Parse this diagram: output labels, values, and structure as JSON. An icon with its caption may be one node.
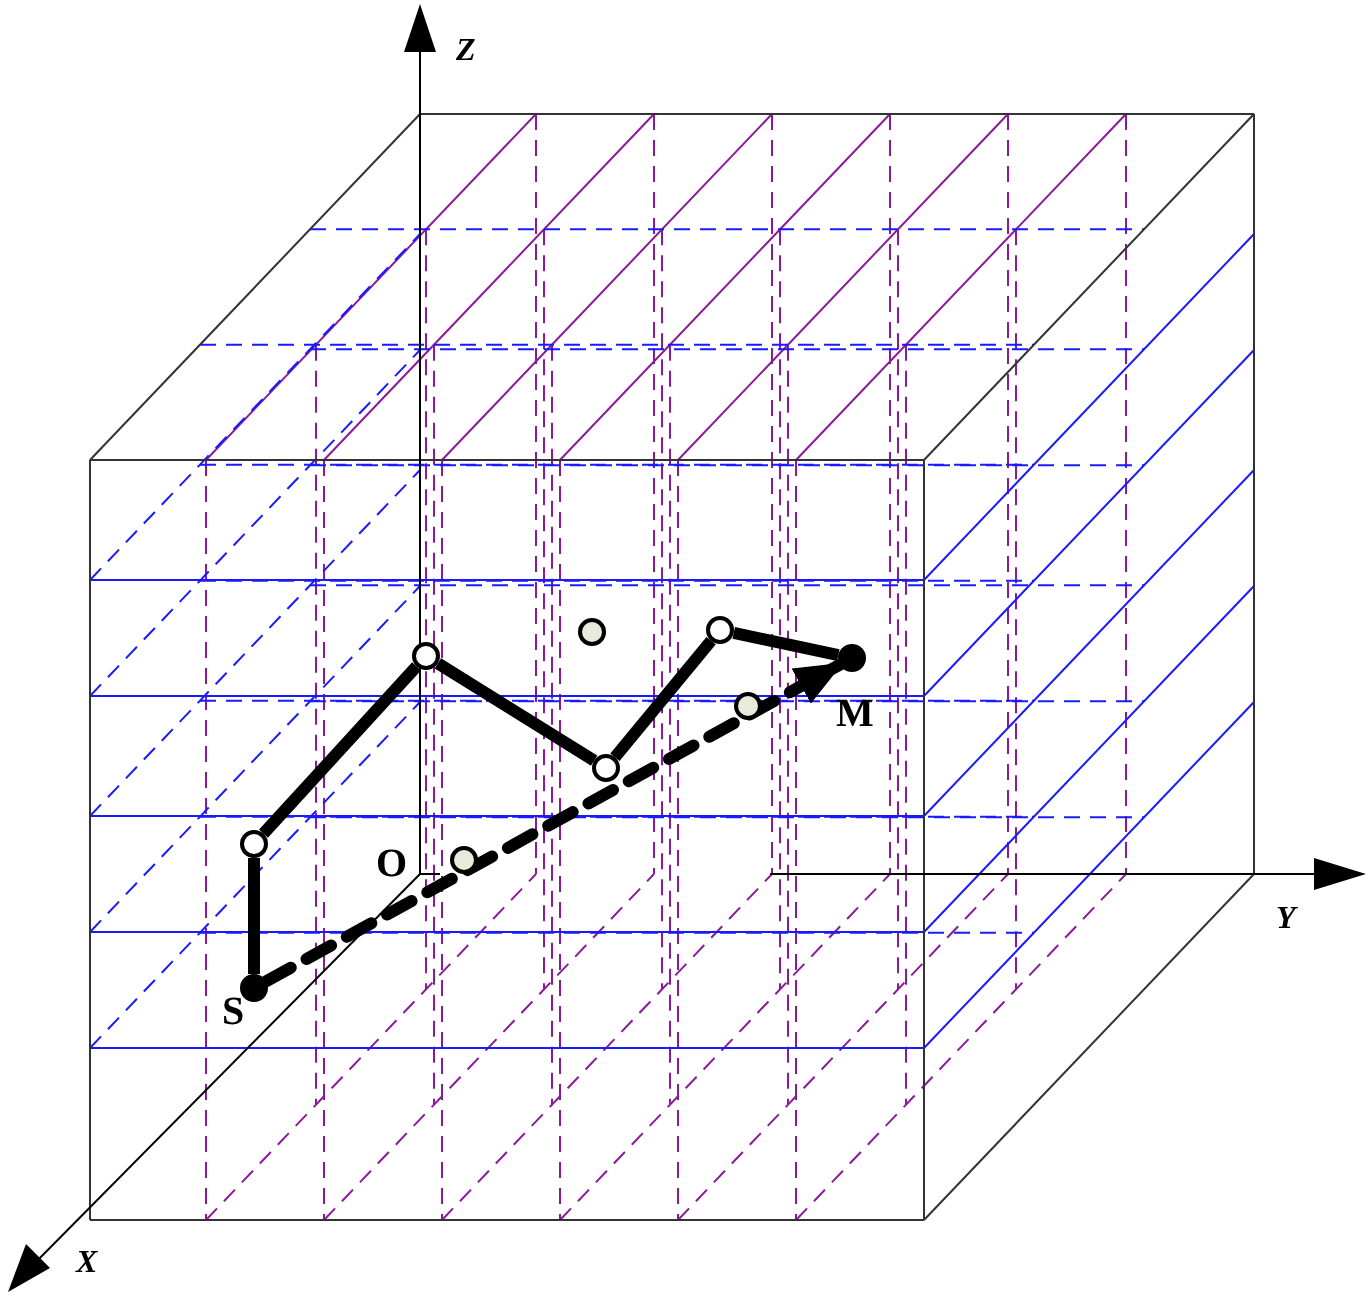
{
  "diagram": {
    "nodes": [
      {
        "text": [],
        "shape": "circle"
      },
      {
        "text": [],
        "shape": "circle"
      },
      {
        "text": [],
        "shape": "circle"
      },
      {
        "text": [],
        "shape": "circle"
      },
      {
        "text": [],
        "shape": "circle"
      },
      {
        "text": [],
        "shape": "circle"
      },
      {
        "text": [],
        "shape": "circle"
      },
      {
        "text": [],
        "shape": "circle"
      },
      {
        "text": [],
        "shape": "circle"
      }
    ],
    "edges": [
      {
        "from": 0,
        "to": 1,
        "arrow": "none"
      },
      {
        "from": 1,
        "to": 2,
        "arrow": "none"
      },
      {
        "from": 2,
        "to": 3,
        "arrow": "none"
      },
      {
        "from": 3,
        "to": 4,
        "arrow": "none"
      },
      {
        "from": 4,
        "to": 5,
        "arrow": "none"
      },
      {
        "from": 0,
        "to": 5,
        "arrow": "to",
        "style": "dashed"
      }
    ],
    "labels": [
      "Z",
      "Y",
      "X",
      "O",
      "S",
      "M"
    ]
  }
}
